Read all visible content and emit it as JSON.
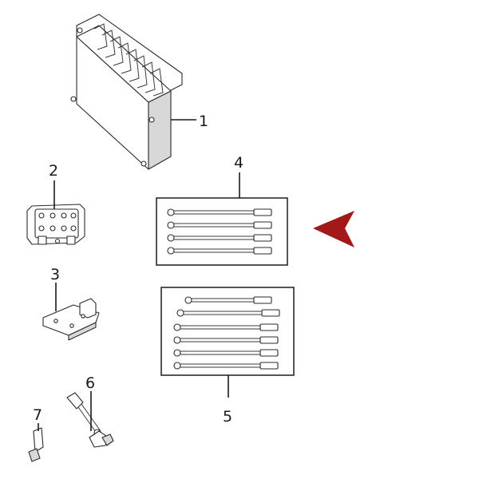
{
  "callouts": {
    "c1": "1",
    "c2": "2",
    "c3": "3",
    "c4": "4",
    "c5": "5",
    "c6": "6",
    "c7": "7"
  },
  "colors": {
    "indicator_arrow": "#a31818",
    "line": "#2a2a2a"
  },
  "wire_sets": {
    "set_4_count": 4,
    "set_5_count": 6
  }
}
